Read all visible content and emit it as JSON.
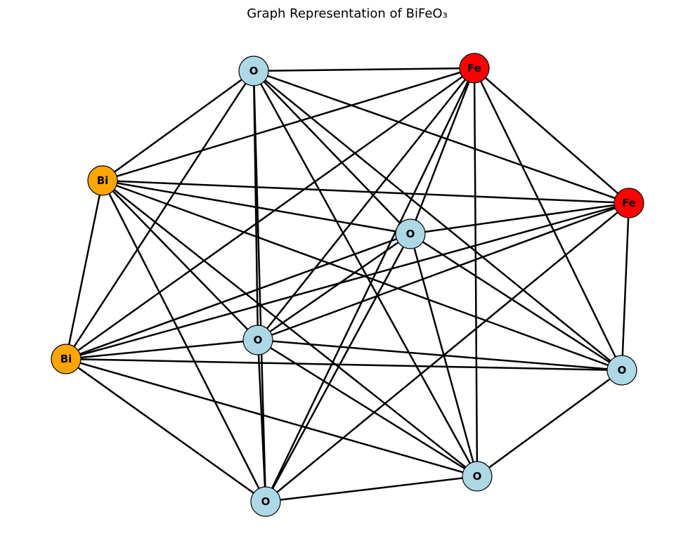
{
  "title": "Graph Representation of BiFeO₃",
  "colors": {
    "bi": "#FFA500",
    "fe": "#FF0000",
    "o": "#ADD8E6",
    "edge": "#000000"
  },
  "nodes": [
    {
      "id": "O1",
      "label": "O",
      "element": "o"
    },
    {
      "id": "Fe1",
      "label": "Fe",
      "element": "fe"
    },
    {
      "id": "Bi1",
      "label": "Bi",
      "element": "bi"
    },
    {
      "id": "Fe2",
      "label": "Fe",
      "element": "fe"
    },
    {
      "id": "O2",
      "label": "O",
      "element": "o"
    },
    {
      "id": "O3",
      "label": "O",
      "element": "o"
    },
    {
      "id": "Bi2",
      "label": "Bi",
      "element": "bi"
    },
    {
      "id": "O4",
      "label": "O",
      "element": "o"
    },
    {
      "id": "O5",
      "label": "O",
      "element": "o"
    },
    {
      "id": "O6",
      "label": "O",
      "element": "o"
    }
  ],
  "edges": [
    [
      "O1",
      "Fe1"
    ],
    [
      "O1",
      "Bi1"
    ],
    [
      "O1",
      "Fe2"
    ],
    [
      "O1",
      "O2"
    ],
    [
      "O1",
      "O3"
    ],
    [
      "O1",
      "Bi2"
    ],
    [
      "O1",
      "O4"
    ],
    [
      "O1",
      "O5"
    ],
    [
      "O1",
      "O6"
    ],
    [
      "Fe1",
      "Bi1"
    ],
    [
      "Fe1",
      "Fe2"
    ],
    [
      "Fe1",
      "O2"
    ],
    [
      "Fe1",
      "O3"
    ],
    [
      "Fe1",
      "Bi2"
    ],
    [
      "Fe1",
      "O4"
    ],
    [
      "Fe1",
      "O5"
    ],
    [
      "Fe1",
      "O6"
    ],
    [
      "Bi1",
      "Fe2"
    ],
    [
      "Bi1",
      "O2"
    ],
    [
      "Bi1",
      "O3"
    ],
    [
      "Bi1",
      "Bi2"
    ],
    [
      "Bi1",
      "O4"
    ],
    [
      "Bi1",
      "O5"
    ],
    [
      "Bi1",
      "O6"
    ],
    [
      "Fe2",
      "O2"
    ],
    [
      "Fe2",
      "O3"
    ],
    [
      "Fe2",
      "Bi2"
    ],
    [
      "Fe2",
      "O4"
    ],
    [
      "Fe2",
      "O6"
    ],
    [
      "O2",
      "Bi2"
    ],
    [
      "O2",
      "O3"
    ],
    [
      "O2",
      "O4"
    ],
    [
      "O2",
      "O5"
    ],
    [
      "O2",
      "O6"
    ],
    [
      "O3",
      "Bi2"
    ],
    [
      "O3",
      "O4"
    ],
    [
      "O3",
      "O5"
    ],
    [
      "O3",
      "O6"
    ],
    [
      "Bi2",
      "O4"
    ],
    [
      "Bi2",
      "O5"
    ],
    [
      "Bi2",
      "O6"
    ],
    [
      "O4",
      "O5"
    ],
    [
      "O5",
      "O6"
    ]
  ]
}
